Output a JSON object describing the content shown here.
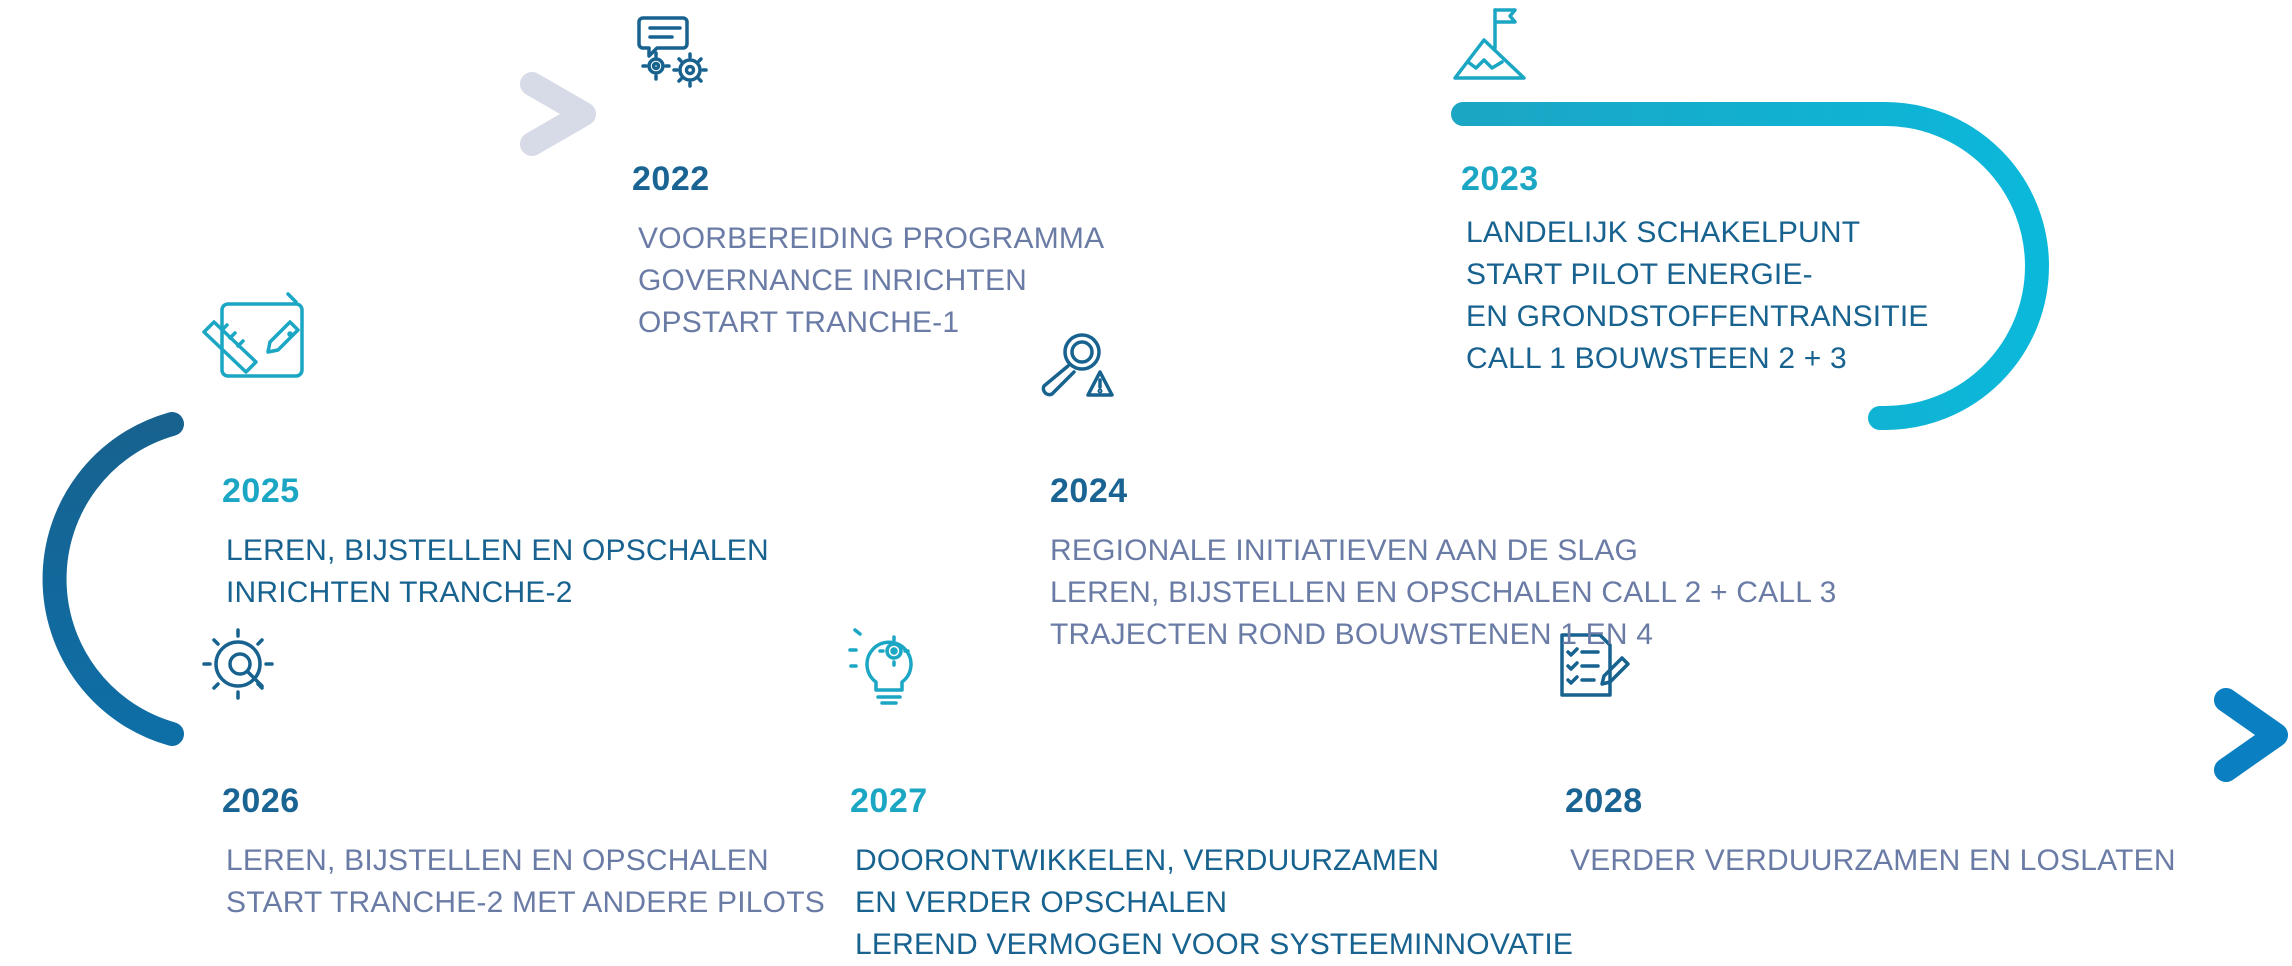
{
  "colors": {
    "dark_blue": "#17628f",
    "teal": "#1ba6c4",
    "cyan": "#0bb8da",
    "arrow_grey": "#d5dbe8",
    "text_grey": "#6a7ca6"
  },
  "milestones": [
    {
      "year": "2022",
      "icon": "chat-gears-icon",
      "lines": [
        "VOORBEREIDING PROGRAMMA",
        "GOVERNANCE INRICHTEN",
        "OPSTART TRANCHE-1"
      ]
    },
    {
      "year": "2023",
      "icon": "mountain-flag-icon",
      "lines": [
        "LANDELIJK SCHAKELPUNT",
        "START PILOT ENERGIE-",
        "EN GRONDSTOFFENTRANSITIE",
        "CALL 1 BOUWSTEEN 2 + 3"
      ]
    },
    {
      "year": "2024",
      "icon": "magnifier-warning-icon",
      "lines": [
        "REGIONALE INITIATIEVEN AAN DE SLAG",
        "LEREN, BIJSTELLEN EN OPSCHALEN  CALL 2 + CALL 3",
        "TRAJECTEN ROND BOUWSTENEN 1 EN 4"
      ]
    },
    {
      "year": "2025",
      "icon": "ruler-pencil-icon",
      "lines": [
        "LEREN, BIJSTELLEN EN OPSCHALEN",
        "INRICHTEN TRANCHE-2"
      ]
    },
    {
      "year": "2026",
      "icon": "gear-magnifier-icon",
      "lines": [
        "LEREN, BIJSTELLEN EN OPSCHALEN",
        "START TRANCHE-2 MET ANDERE PILOTS"
      ]
    },
    {
      "year": "2027",
      "icon": "lightbulb-gear-icon",
      "lines": [
        "DOORONTWIKKELEN, VERDUURZAMEN",
        "EN VERDER OPSCHALEN",
        "LEREND VERMOGEN VOOR SYSTEEMINNOVATIE"
      ]
    },
    {
      "year": "2028",
      "icon": "checklist-pen-icon",
      "lines": [
        "VERDER VERDUURZAMEN EN LOSLATEN"
      ]
    }
  ]
}
